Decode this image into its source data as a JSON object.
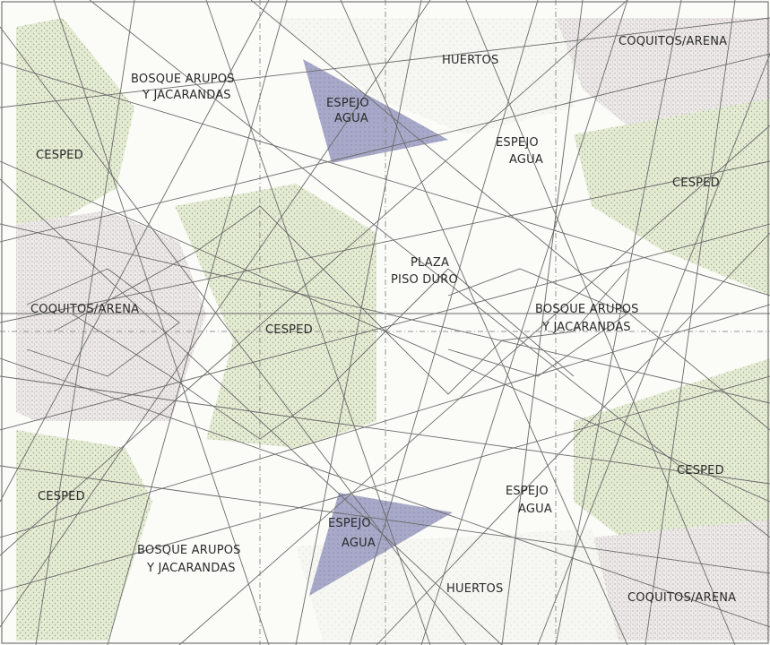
{
  "plan": {
    "labels": {
      "coquitos_top_right": "COQUITOS/ARENA",
      "huertos_top": "HUERTOS",
      "bosque_top_left_1": "BOSQUE ARUPOS",
      "bosque_top_left_2": "Y JACARANDAS",
      "espejo_top_1": "ESPEJO",
      "espejo_top_2": "AGUA",
      "cesped_top_left": "CESPED",
      "espejo_top_right_1": "ESPEJO",
      "espejo_top_right_2": "AGUA",
      "cesped_top_right": "CESPED",
      "plaza_1": "PLAZA",
      "plaza_2": "PISO DURO",
      "coquitos_left": "COQUITOS/ARENA",
      "cesped_center": "CESPED",
      "bosque_right_1": "BOSQUE ARUPOS",
      "bosque_right_2": "Y JACARANDAS",
      "cesped_bottom_right": "CESPED",
      "cesped_bottom_left": "CESPED",
      "espejo_bottom_right_1": "ESPEJO",
      "espejo_bottom_right_2": "AGUA",
      "espejo_bottom_1": "ESPEJO",
      "espejo_bottom_2": "AGUA",
      "bosque_bottom_left_1": "BOSQUE ARUPOS",
      "bosque_bottom_left_2": "Y JACARANDAS",
      "huertos_bottom": "HUERTOS",
      "coquitos_bottom_right": "COQUITOS/ARENA"
    },
    "colors": {
      "cesped": "#e3ead2",
      "water": "#a9aac6",
      "sand": "#e9e4e4",
      "line": "#6a6a6a"
    }
  }
}
